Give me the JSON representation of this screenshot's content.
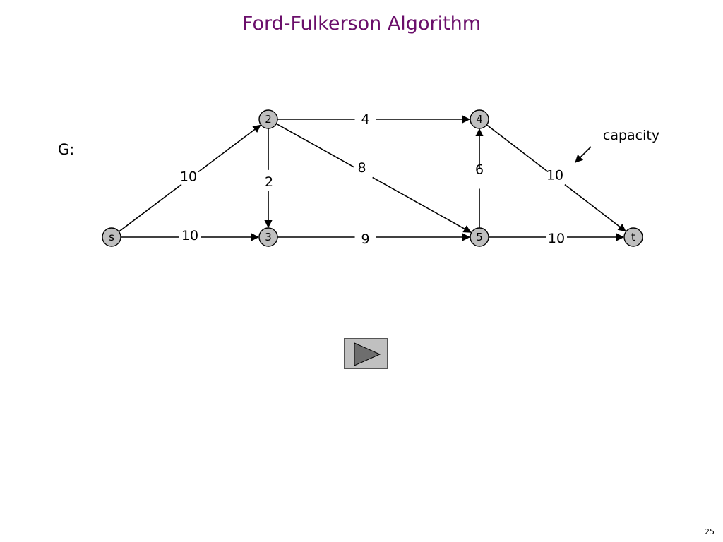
{
  "slide": {
    "title": "Ford-Fulkerson Algorithm",
    "graph_label": "G:",
    "page_number": "25"
  },
  "annotation": {
    "text": "capacity"
  },
  "nodes": [
    {
      "id": "s",
      "label": "s"
    },
    {
      "id": "2",
      "label": "2"
    },
    {
      "id": "3",
      "label": "3"
    },
    {
      "id": "4",
      "label": "4"
    },
    {
      "id": "5",
      "label": "5"
    },
    {
      "id": "t",
      "label": "t"
    }
  ],
  "edges": [
    {
      "from": "s",
      "to": "2",
      "capacity": "10"
    },
    {
      "from": "s",
      "to": "3",
      "capacity": "10"
    },
    {
      "from": "2",
      "to": "3",
      "capacity": "2"
    },
    {
      "from": "2",
      "to": "4",
      "capacity": "4"
    },
    {
      "from": "2",
      "to": "5",
      "capacity": "8"
    },
    {
      "from": "3",
      "to": "5",
      "capacity": "9"
    },
    {
      "from": "5",
      "to": "4",
      "capacity": "6"
    },
    {
      "from": "4",
      "to": "t",
      "capacity": "10"
    },
    {
      "from": "5",
      "to": "t",
      "capacity": "10"
    }
  ],
  "controls": {
    "play_icon": "play-icon",
    "play_fill": "#6e6e6e"
  }
}
